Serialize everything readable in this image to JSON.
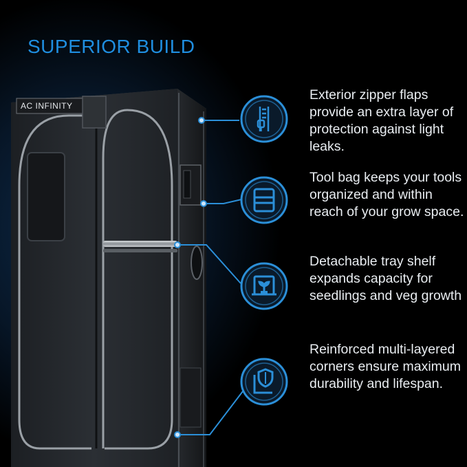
{
  "title": "SUPERIOR BUILD",
  "brand_label": "AC INFINITY",
  "accent_color": "#1f8ee0",
  "features": [
    {
      "icon": "zipper-icon",
      "text": "Exterior zipper flaps provide an extra layer of protection against light leaks."
    },
    {
      "icon": "tool-bag-icon",
      "text": "Tool bag keeps your tools organized and within reach of your grow space."
    },
    {
      "icon": "tray-shelf-icon",
      "text": "Detachable tray shelf expands capacity for seedlings and veg growth"
    },
    {
      "icon": "shield-corner-icon",
      "text": "Reinforced multi-layered corners ensure maximum durability and lifespan."
    }
  ]
}
